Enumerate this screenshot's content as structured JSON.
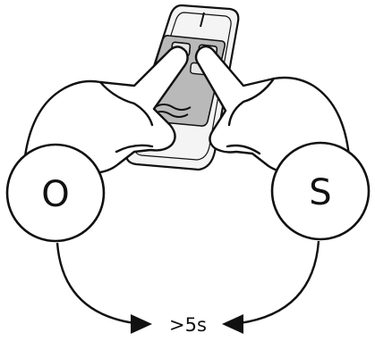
{
  "diagram": {
    "left_circle": {
      "label": "O"
    },
    "right_circle": {
      "label": "S"
    },
    "timing": {
      "label": ">5s"
    },
    "colors": {
      "stroke": "#111111",
      "remote_body": "#f4f4f4",
      "keypad": "#b9b9b9",
      "button": "#e6e6e6",
      "background": "#ffffff"
    },
    "icons": [
      "remote-control-icon",
      "left-hand-icon",
      "right-hand-icon",
      "arrow-left-head-icon",
      "arrow-right-head-icon"
    ]
  }
}
